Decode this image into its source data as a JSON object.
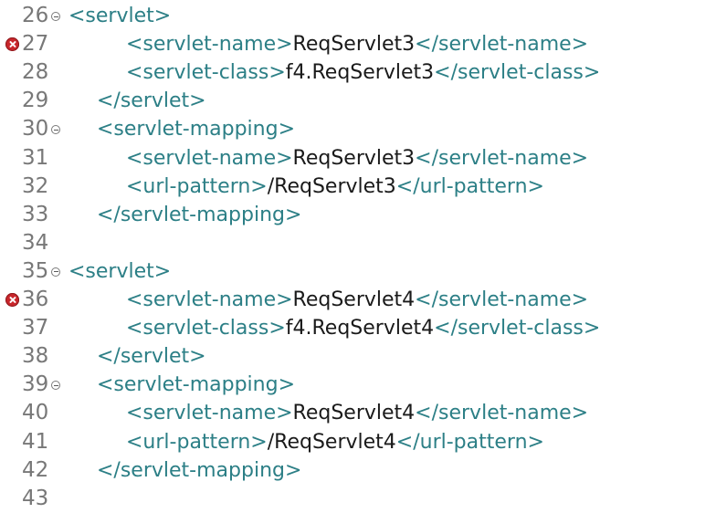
{
  "colors": {
    "tag": "#2c7f86",
    "text": "#1a1a1a",
    "line_number": "#787878",
    "error_marker": "#c8262b"
  },
  "lines": [
    {
      "num": "26",
      "fold": true,
      "error": false,
      "indent": 0,
      "parts": [
        {
          "t": "<servlet>",
          "k": "tag"
        }
      ]
    },
    {
      "num": "27",
      "fold": false,
      "error": true,
      "indent": 2,
      "parts": [
        {
          "t": "<servlet-name>",
          "k": "tag"
        },
        {
          "t": "ReqServlet3",
          "k": "txt"
        },
        {
          "t": "</servlet-name>",
          "k": "tag"
        }
      ]
    },
    {
      "num": "28",
      "fold": false,
      "error": false,
      "indent": 2,
      "parts": [
        {
          "t": "<servlet-class>",
          "k": "tag"
        },
        {
          "t": "f4.ReqServlet3",
          "k": "txt"
        },
        {
          "t": "</servlet-class>",
          "k": "tag"
        }
      ]
    },
    {
      "num": "29",
      "fold": false,
      "error": false,
      "indent": 1,
      "parts": [
        {
          "t": "</servlet>",
          "k": "tag"
        }
      ]
    },
    {
      "num": "30",
      "fold": true,
      "error": false,
      "indent": 1,
      "parts": [
        {
          "t": "<servlet-mapping>",
          "k": "tag"
        }
      ]
    },
    {
      "num": "31",
      "fold": false,
      "error": false,
      "indent": 2,
      "parts": [
        {
          "t": "<servlet-name>",
          "k": "tag"
        },
        {
          "t": "ReqServlet3",
          "k": "txt"
        },
        {
          "t": "</servlet-name>",
          "k": "tag"
        }
      ]
    },
    {
      "num": "32",
      "fold": false,
      "error": false,
      "indent": 2,
      "parts": [
        {
          "t": "<url-pattern>",
          "k": "tag"
        },
        {
          "t": "/ReqServlet3",
          "k": "txt"
        },
        {
          "t": "</url-pattern>",
          "k": "tag"
        }
      ]
    },
    {
      "num": "33",
      "fold": false,
      "error": false,
      "indent": 1,
      "parts": [
        {
          "t": "</servlet-mapping>",
          "k": "tag"
        }
      ]
    },
    {
      "num": "34",
      "fold": false,
      "error": false,
      "indent": 0,
      "parts": []
    },
    {
      "num": "35",
      "fold": true,
      "error": false,
      "indent": 0,
      "parts": [
        {
          "t": "<servlet>",
          "k": "tag"
        }
      ]
    },
    {
      "num": "36",
      "fold": false,
      "error": true,
      "indent": 2,
      "parts": [
        {
          "t": "<servlet-name>",
          "k": "tag"
        },
        {
          "t": "ReqServlet4",
          "k": "txt"
        },
        {
          "t": "</servlet-name>",
          "k": "tag"
        }
      ]
    },
    {
      "num": "37",
      "fold": false,
      "error": false,
      "indent": 2,
      "parts": [
        {
          "t": "<servlet-class>",
          "k": "tag"
        },
        {
          "t": "f4.ReqServlet4",
          "k": "txt"
        },
        {
          "t": "</servlet-class>",
          "k": "tag"
        }
      ]
    },
    {
      "num": "38",
      "fold": false,
      "error": false,
      "indent": 1,
      "parts": [
        {
          "t": "</servlet>",
          "k": "tag"
        }
      ]
    },
    {
      "num": "39",
      "fold": true,
      "error": false,
      "indent": 1,
      "parts": [
        {
          "t": "<servlet-mapping>",
          "k": "tag"
        }
      ]
    },
    {
      "num": "40",
      "fold": false,
      "error": false,
      "indent": 2,
      "parts": [
        {
          "t": "<servlet-name>",
          "k": "tag"
        },
        {
          "t": "ReqServlet4",
          "k": "txt"
        },
        {
          "t": "</servlet-name>",
          "k": "tag"
        }
      ]
    },
    {
      "num": "41",
      "fold": false,
      "error": false,
      "indent": 2,
      "parts": [
        {
          "t": "<url-pattern>",
          "k": "tag"
        },
        {
          "t": "/ReqServlet4",
          "k": "txt"
        },
        {
          "t": "</url-pattern>",
          "k": "tag"
        }
      ]
    },
    {
      "num": "42",
      "fold": false,
      "error": false,
      "indent": 1,
      "parts": [
        {
          "t": "</servlet-mapping>",
          "k": "tag"
        }
      ]
    },
    {
      "num": "43",
      "fold": false,
      "error": false,
      "indent": 0,
      "parts": []
    }
  ]
}
